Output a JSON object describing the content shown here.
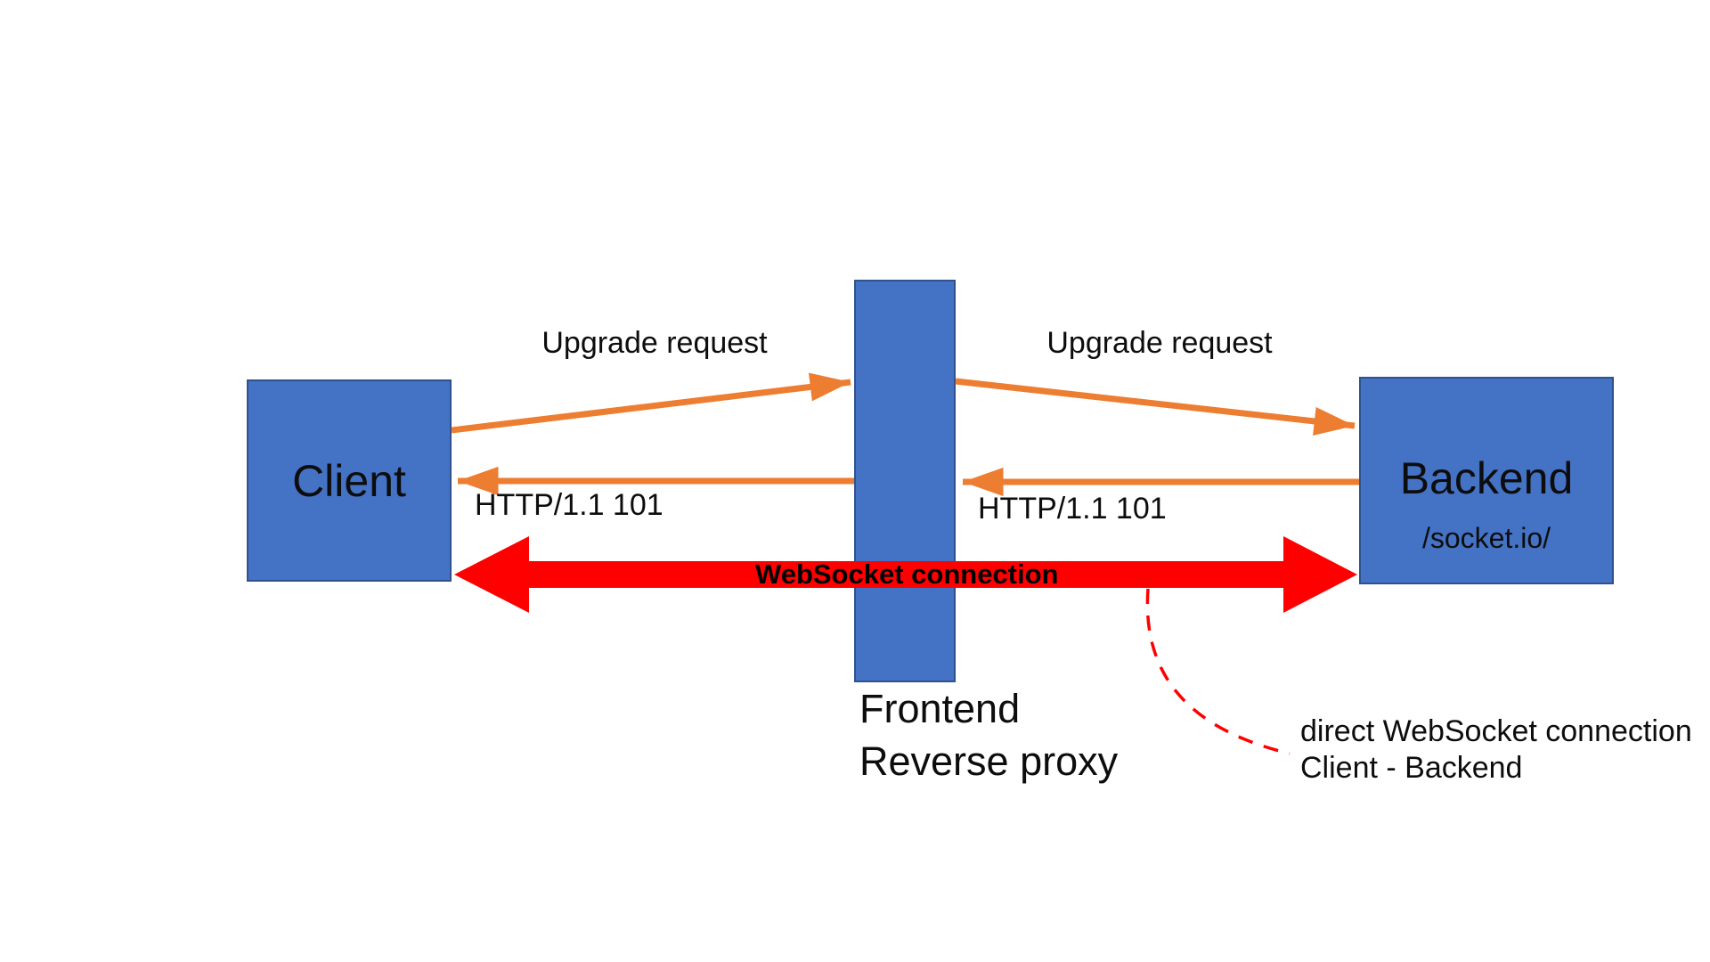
{
  "diagram": {
    "nodes": {
      "client": {
        "label": "Client"
      },
      "proxy": {
        "label_line1": "Frontend",
        "label_line2": "Reverse proxy"
      },
      "backend": {
        "label": "Backend",
        "sublabel": "/socket.io/"
      }
    },
    "edges": {
      "upgrade_left": "Upgrade request",
      "upgrade_right": "Upgrade request",
      "http_left": "HTTP/1.1 101",
      "http_right": "HTTP/1.1 101",
      "websocket": "WebSocket connection"
    },
    "annotation": {
      "line1": "direct WebSocket connection",
      "line2": "Client - Backend"
    },
    "colors": {
      "box_fill": "#4472C4",
      "box_border": "#2F528F",
      "arrow_orange": "#ED7D31",
      "arrow_red": "#FF0000",
      "text": "#0d0d0d"
    }
  }
}
